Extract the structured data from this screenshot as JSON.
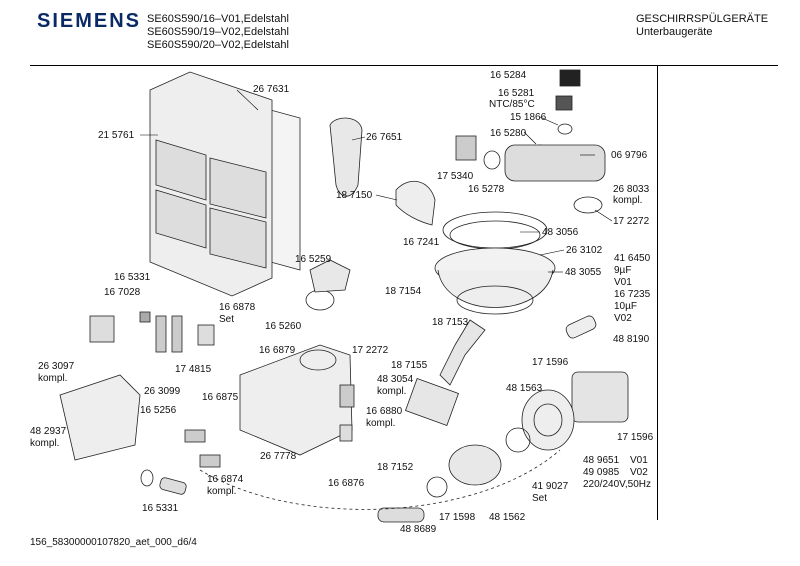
{
  "header": {
    "brand": "SIEMENS",
    "models": [
      "SE60S590/16–V01,Edelstahl",
      "SE60S590/19–V02,Edelstahl",
      "SE60S590/20–V02,Edelstahl"
    ],
    "category": "GESCHIRRSPÜLGERÄTE",
    "subcategory": "Unterbaugeräte"
  },
  "labels": {
    "p165284": "16 5284",
    "p165281": "16 5281",
    "ntc": "NTC/85°C",
    "p151866": "15 1866",
    "p165280": "16 5280",
    "p069796": "06 9796",
    "p175340": "17 5340",
    "p165278": "16 5278",
    "p268033": "26 8033",
    "kompl_268033": "kompl.",
    "p172272a": "17 2272",
    "p267631": "26 7631",
    "p215761": "21 5761",
    "p267651": "26 7651",
    "p187150": "18 7150",
    "p483056": "48 3056",
    "p263102": "26 3102",
    "p167241": "16 7241",
    "p483055": "48 3055",
    "p416450": "41 6450",
    "cap9": "9µF",
    "v01a": "V01",
    "p167235": "16 7235",
    "cap10": "10µF",
    "v02a": "V02",
    "p165331a": "16 5331",
    "p167028": "16 7028",
    "p165259": "16 5259",
    "p187154": "18 7154",
    "p166878": "16 6878",
    "set_166878": "Set",
    "p165260": "16 5260",
    "p187153": "18 7153",
    "p172272b": "17 2272",
    "p488190": "48 8190",
    "p263097": "26 3097",
    "kompl_263097": "kompl.",
    "p166879": "16 6879",
    "p187155": "18 7155",
    "p171596a": "17 1596",
    "p174815": "17 4815",
    "p263099": "26 3099",
    "p483054": "48 3054",
    "kompl_483054": "kompl.",
    "p481563": "48 1563",
    "p165256": "16 5256",
    "p166875": "16 6875",
    "p166880": "16 6880",
    "kompl_166880": "kompl.",
    "p482937": "48 2937",
    "kompl_482937": "kompl.",
    "p171596b": "17 1596",
    "p267778": "26 7778",
    "p489651": "48 9651",
    "v01b": "V01",
    "p490985": "49 0985",
    "v02b": "V02",
    "voltage": "220/240V,50Hz",
    "p187152": "18 7152",
    "p166874": "16 6874",
    "kompl_166874": "kompl.",
    "p166876": "16 6876",
    "p419027": "41 9027",
    "set_419027": "Set",
    "p165331b": "16 5331",
    "p171598": "17 1598",
    "p481562": "48 1562",
    "p488689": "48 8689"
  },
  "footer": "156_58300000107820_aet_000_d6/4"
}
